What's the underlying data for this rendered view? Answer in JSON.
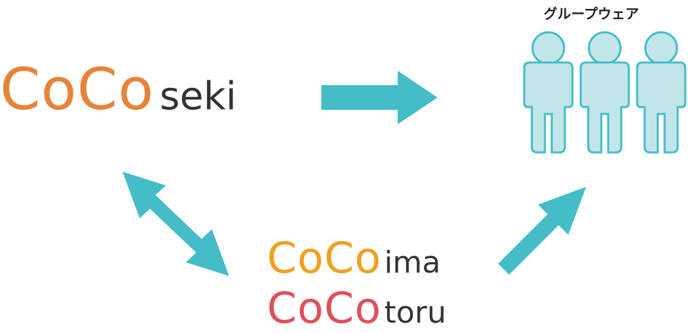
{
  "colors": {
    "arrow": "#45bdc8",
    "person_fill": "#c2e5ea",
    "person_stroke": "#45bdc8",
    "seki_brand": "#e6843a",
    "ima_brand": "#f0a020",
    "toru_brand": "#e0505a",
    "suffix_text": "#333333"
  },
  "nodes": {
    "coco_seki": {
      "brand": "CoCo",
      "suffix": "seki"
    },
    "coco_ima": {
      "brand": "CoCo",
      "suffix": "ima"
    },
    "coco_toru": {
      "brand": "CoCo",
      "suffix": "toru"
    },
    "groupware": {
      "label": "グループウェア",
      "icon": "people-icon"
    }
  },
  "edges": [
    {
      "from": "coco_seki",
      "to": "groupware",
      "direction": "one-way"
    },
    {
      "from": "coco_seki",
      "to": "coco_ima",
      "direction": "two-way"
    },
    {
      "from": "coco_ima",
      "to": "groupware",
      "direction": "one-way"
    }
  ]
}
